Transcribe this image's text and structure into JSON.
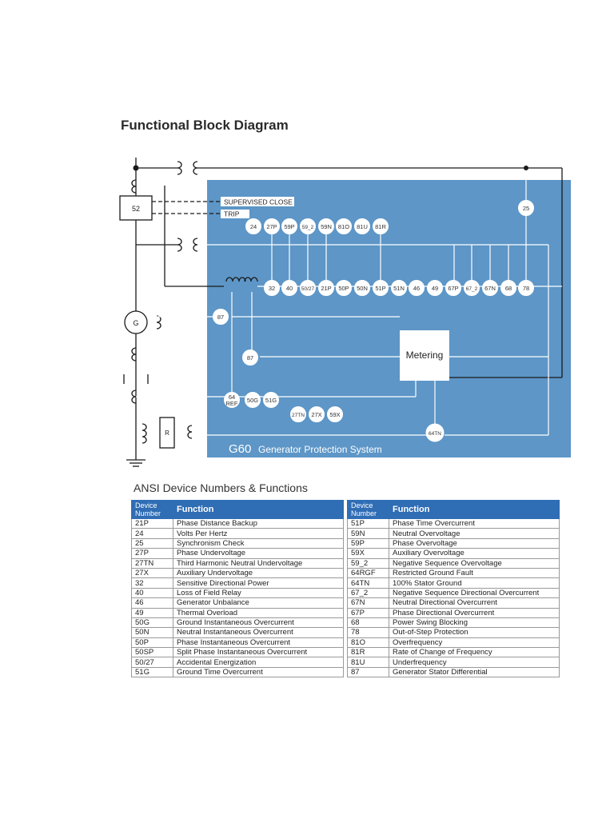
{
  "page_title": "Functional Block Diagram",
  "diagram": {
    "labels": {
      "breaker": "52",
      "supervised_close": "SUPERVISED CLOSE",
      "trip": "TRIP",
      "generator": "G",
      "resistor": "R",
      "metering": "Metering",
      "system_model": "G60",
      "system_name": "Generator Protection System"
    },
    "devices_top": [
      "24",
      "27P",
      "59P",
      "59_2",
      "59N",
      "81O",
      "81U",
      "81R"
    ],
    "devices_mid": [
      "32",
      "40",
      "50/27",
      "21P",
      "50P",
      "50N",
      "51P",
      "51N",
      "46",
      "49",
      "67P",
      "67_2",
      "67N",
      "68",
      "78"
    ],
    "device_25": "25",
    "device_87_a": "87",
    "device_87_b": "87",
    "devices_ground": [
      "64\nREF",
      "50G",
      "51G"
    ],
    "devices_stator": [
      "27TN",
      "27X",
      "59X"
    ],
    "device_64tn": "64TN",
    "colors": {
      "panel": "#5d96c7",
      "line": "#1a1a1a",
      "header": "#2f6db5"
    }
  },
  "ansi": {
    "title": "ANSI Device Numbers & Functions",
    "header_num": "Device Number",
    "header_fn": "Function",
    "left": [
      [
        "21P",
        "Phase Distance Backup"
      ],
      [
        "24",
        "Volts Per Hertz"
      ],
      [
        "25",
        "Synchronism Check"
      ],
      [
        "27P",
        "Phase Undervoltage"
      ],
      [
        "27TN",
        "Third Harmonic Neutral Undervoltage"
      ],
      [
        "27X",
        "Auxiliary Undervoltage"
      ],
      [
        "32",
        "Sensitive Directional Power"
      ],
      [
        "40",
        "Loss of Field Relay"
      ],
      [
        "46",
        "Generator Unbalance"
      ],
      [
        "49",
        "Thermal Overload"
      ],
      [
        "50G",
        "Ground Instantaneous Overcurrent"
      ],
      [
        "50N",
        "Neutral Instantaneous Overcurrent"
      ],
      [
        "50P",
        "Phase Instantaneous Overcurrent"
      ],
      [
        "50SP",
        "Split Phase Instantaneous Overcurrent"
      ],
      [
        "50/27",
        "Accidental Energization"
      ],
      [
        "51G",
        "Ground Time Overcurrent"
      ]
    ],
    "right": [
      [
        "51P",
        "Phase Time Overcurrent"
      ],
      [
        "59N",
        "Neutral Overvoltage"
      ],
      [
        "59P",
        "Phase Overvoltage"
      ],
      [
        "59X",
        "Auxiliary Overvoltage"
      ],
      [
        "59_2",
        "Negative Sequence Overvoltage"
      ],
      [
        "64RGF",
        "Restricted Ground Fault"
      ],
      [
        "64TN",
        "100% Stator Ground"
      ],
      [
        "67_2",
        "Negative Sequence Directional Overcurrent"
      ],
      [
        "67N",
        "Neutral Directional Overcurrent"
      ],
      [
        "67P",
        "Phase Directional Overcurrent"
      ],
      [
        "68",
        "Power Swing Blocking"
      ],
      [
        "78",
        "Out-of-Step Protection"
      ],
      [
        "81O",
        "Overfrequency"
      ],
      [
        "81R",
        "Rate of Change of Frequency"
      ],
      [
        "81U",
        "Underfrequency"
      ],
      [
        "87",
        "Generator Stator Differential"
      ]
    ]
  }
}
